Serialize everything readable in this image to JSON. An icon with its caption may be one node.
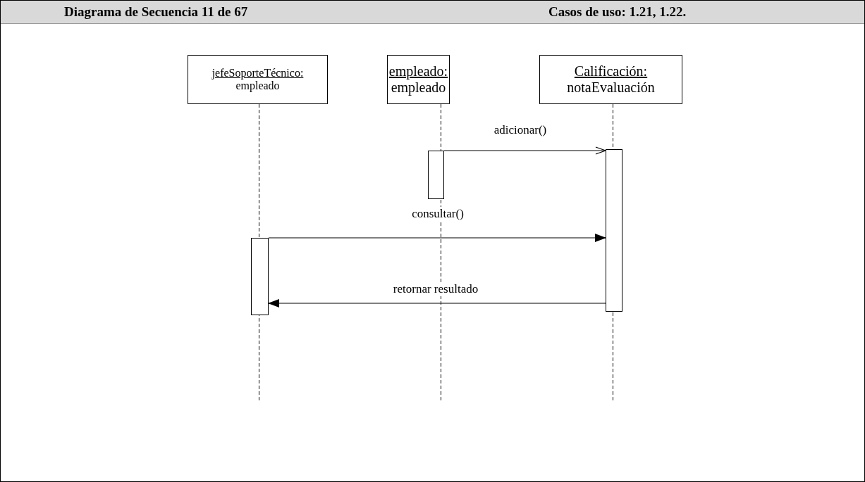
{
  "diagram": {
    "title": "Diagrama de Secuencia 11 de 67",
    "nodes": [
      {
        "text": [
          "jefeSoporteTécnico:",
          "empleado"
        ]
      },
      {
        "text": [
          "empleado:",
          "empleado"
        ]
      },
      {
        "text": [
          "Calificación:",
          "notaEvaluación"
        ]
      },
      {
        "text": [],
        "shape": "bar"
      },
      {
        "text": [],
        "shape": "bar"
      },
      {
        "text": [],
        "shape": "bar"
      }
    ],
    "edges": [
      {
        "from": 3,
        "to": 4,
        "arrow": "to",
        "label": "adicionar()"
      },
      {
        "from": 5,
        "to": 4,
        "arrow": "to",
        "label": "consultar()"
      },
      {
        "from": 4,
        "to": 5,
        "arrow": "to",
        "label": "retornar resultado"
      }
    ],
    "labels": [
      "Casos de uso: 1.21, 1.22."
    ]
  }
}
